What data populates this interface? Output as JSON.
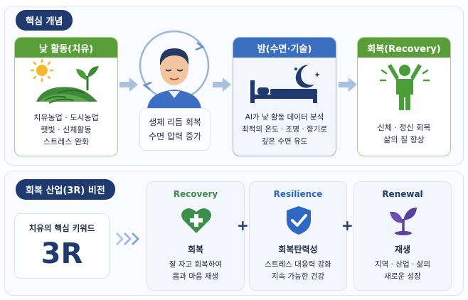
{
  "top": {
    "title": "핵심 개념",
    "day_card": {
      "header": "낮 활동(치유)",
      "lines": [
        "치유농업 · 도시농업",
        "햇빛 · 신체활동",
        "스트레스 완화"
      ]
    },
    "rhythm_box": {
      "lines": [
        "생체 리듬 회복",
        "수면 압력 증가"
      ]
    },
    "night_card": {
      "header": "밤(수면·기술)",
      "lines": [
        "AI가 낮 활동 데이터 분석",
        "최적의 온도 · 조명 · 향기로",
        "깊은 수면 유도"
      ]
    },
    "recovery_card": {
      "header": "회복(Recovery)",
      "lines": [
        "신체 · 정신 회복",
        "삶의 질 향상"
      ]
    }
  },
  "bottom": {
    "title": "회복 산업(3R) 비전",
    "keyword": {
      "label": "치유의 핵심 키워드",
      "value": "3R"
    },
    "cards": [
      {
        "title": "Recovery",
        "name": "회복",
        "lines": [
          "잘 자고 회복하여",
          "몸과 마음 재생"
        ],
        "icon": "heart-plus-icon",
        "color": "#3c8f4a"
      },
      {
        "title": "Resilience",
        "name": "회복탄력성",
        "lines": [
          "스트레스 대응력 강화",
          "지속 가능한 건강"
        ],
        "icon": "shield-check-icon",
        "color": "#2d68c4"
      },
      {
        "title": "Renewal",
        "name": "재생",
        "lines": [
          "지역 · 산업 · 삶의",
          "새로운 성장"
        ],
        "icon": "sprout-icon",
        "color": "#5b3f9e"
      }
    ]
  }
}
